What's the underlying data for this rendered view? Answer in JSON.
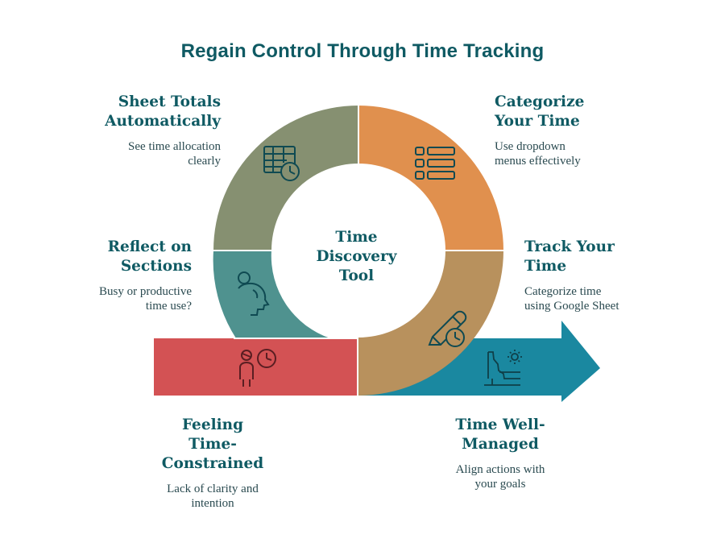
{
  "title": "Regain Control Through Time Tracking",
  "center": {
    "line1": "Time",
    "line2": "Discovery",
    "line3": "Tool"
  },
  "colors": {
    "title": "#0f5a63",
    "sheet_totals": "#869071",
    "categorize": "#e0904e",
    "track": "#b8915d",
    "reflect": "#4f928f",
    "feeling": "#d35254",
    "well_managed": "#1a88a0"
  },
  "steps": {
    "sheet_totals": {
      "heading1": "Sheet Totals",
      "heading2": "Automatically",
      "desc1": "See time allocation",
      "desc2": "clearly",
      "icon": "spreadsheet-clock-icon"
    },
    "categorize": {
      "heading1": "Categorize",
      "heading2": "Your Time",
      "desc1": "Use dropdown",
      "desc2": "menus effectively",
      "icon": "list-icon"
    },
    "reflect": {
      "heading1": "Reflect on",
      "heading2": "Sections",
      "desc1": "Busy or productive",
      "desc2": "time use?",
      "icon": "head-profile-icon"
    },
    "track": {
      "heading1": "Track Your",
      "heading2": "Time",
      "desc1": "Categorize time",
      "desc2": "using Google Sheet",
      "icon": "pencil-clock-icon"
    },
    "feeling": {
      "heading1": "Feeling",
      "heading2": "Time-",
      "heading3": "Constrained",
      "desc1": "Lack of clarity and",
      "desc2": "intention",
      "icon": "person-clock-icon"
    },
    "well_managed": {
      "heading1": "Time Well-",
      "heading2": "Managed",
      "desc1": "Align actions with",
      "desc2": "your goals",
      "icon": "sunrise-cliff-icon"
    }
  }
}
